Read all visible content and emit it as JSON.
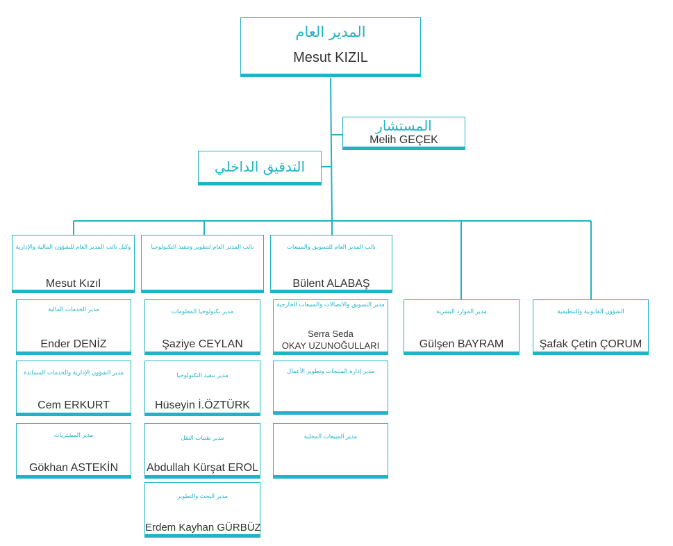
{
  "colors": {
    "accent": "#1fb3c5",
    "text": "#333333"
  },
  "ceo": {
    "title": "المدير العام",
    "name": "Mesut KIZIL"
  },
  "advisor": {
    "title": "المستشار",
    "name": "Melih GEÇEK"
  },
  "audit": {
    "title": "التدقيق الداخلي"
  },
  "departments": [
    {
      "title": "وكيل نائب المدير العام للشؤون المالية والإدارية",
      "name": "Mesut Kızıl"
    },
    {
      "title": "نائب المدير العام لتطوير وتنفيذ التكنولوجيا",
      "name": ""
    },
    {
      "title": "نائب المدير العام للتسويق والمبيعات",
      "name": "Bülent ALABAŞ"
    },
    {
      "title": "مدير الموارد البشرية",
      "name": "Gülşen BAYRAM"
    },
    {
      "title": "الشؤون القانونية والتنظيمية",
      "name": "Şafak Çetin ÇORUM"
    }
  ],
  "finance_units": [
    {
      "title": "مدير الخدمات المالية",
      "name": "Ender DENİZ"
    },
    {
      "title": "مدير الشؤون الإدارية والخدمات المساندة",
      "name": "Cem ERKURT"
    },
    {
      "title": "مدير المشتريات",
      "name": "Gökhan ASTEKİN"
    }
  ],
  "tech_units": [
    {
      "title": "مدير تكنولوجيا المعلومات",
      "name": "Şaziye CEYLAN"
    },
    {
      "title": "مدير تنفيذ التكنولوجيا",
      "name": "Hüseyin İ.ÖZTÜRK"
    },
    {
      "title": "مدير تقنيات النقل",
      "name": "Abdullah Kürşat EROL"
    },
    {
      "title": "مدير البحث والتطوير",
      "name": "Erdem Kayhan GÜRBÜZ"
    }
  ],
  "sales_units": [
    {
      "title": "مدير التسويق والاتصالات والمبيعات الخارجية",
      "name_line1": "Serra Seda",
      "name_line2": "OKAY UZUNOĞULLARI"
    },
    {
      "title": "مدير إدارة المنتجات وتطوير الأعمال",
      "name": ""
    },
    {
      "title": "مدير المبيعات المحلية",
      "name": ""
    }
  ]
}
